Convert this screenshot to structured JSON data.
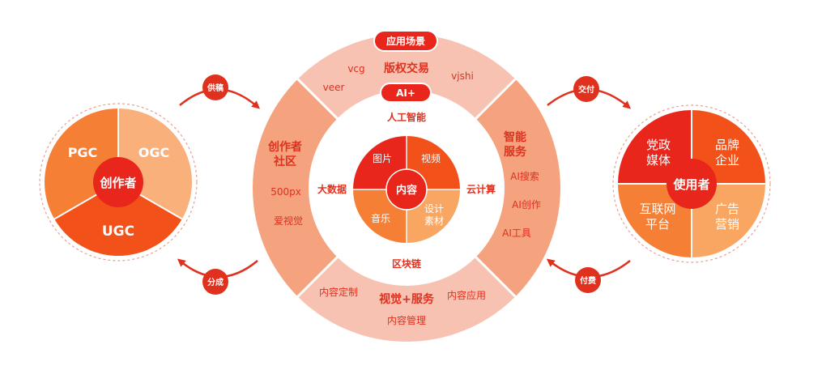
{
  "colors": {
    "red": "#E8261C",
    "orange_red": "#F2521A",
    "orange": "#F57F35",
    "light_orange": "#F9A663",
    "peach": "#FAB07A",
    "pink_ring": "#F8C2B2",
    "salmon": "#F5A27F",
    "label_red": "#E0301E",
    "text_dark": "#333333"
  },
  "left_circle": {
    "center": "创作者",
    "segments": [
      "PGC",
      "OGC",
      "UGC"
    ]
  },
  "right_circle": {
    "center": "使用者",
    "segments": [
      "党政\n媒体",
      "品牌\n企业",
      "互联网\n平台",
      "广告\n营销"
    ]
  },
  "arrows": {
    "top_left": "供稿",
    "bottom_left": "分成",
    "top_right": "交付",
    "bottom_right": "付费"
  },
  "center_circle": {
    "top_badge": "应用场景",
    "top_section": {
      "title": "版权交易",
      "items": [
        "vcg",
        "veer",
        "vjshi"
      ]
    },
    "inner_badge": "AI+",
    "left_section": {
      "title": "创作者\n社区",
      "items": [
        "500px",
        "爱视觉"
      ]
    },
    "right_section": {
      "title": "智能\n服务",
      "items": [
        "AI搜索",
        "AI创作",
        "AI工具"
      ]
    },
    "bottom_section": {
      "title": "视觉+服务",
      "items": [
        "内容定制",
        "内容应用",
        "内容管理"
      ]
    },
    "tech": {
      "top": "人工智能",
      "left": "大数据",
      "right": "云计算",
      "bottom": "区块链"
    },
    "core": {
      "center": "内容",
      "quadrants": [
        "图片",
        "视频",
        "音乐",
        "设计\n素材"
      ]
    }
  }
}
